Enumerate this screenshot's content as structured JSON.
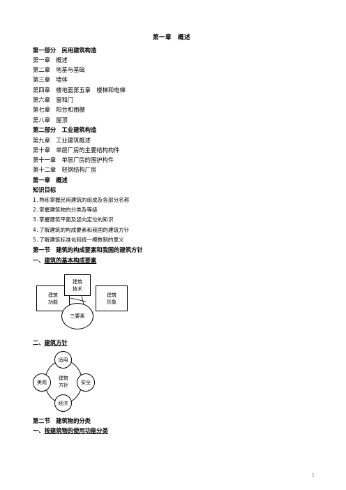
{
  "title": "第一章　概述",
  "toc": {
    "part1_title": "第一部分　民用建筑构造",
    "part1_items": [
      "第一章　概述",
      "第二章　地基与基础",
      "第三章　墙体",
      "第四章　楼地面第五章　楼梯和电梯",
      "第六章　窗和门",
      "第七章　阳台和雨棚",
      "第八章　屋顶"
    ],
    "part2_title": "第二部分　工业建筑构造",
    "part2_items": [
      "第九章　工业建筑概述",
      "第十章　单层厂房的主要结构构件",
      "第十一章　单层厂房的围护构件",
      "第十二章　轻钢结构厂房"
    ]
  },
  "chapter_heading": "第一章　概述",
  "objectives": {
    "heading": "知识目标",
    "items": [
      "1.熟练掌握民用建筑的组成及各部分名称",
      "2.掌握建筑物的分类及等级",
      "3.掌握建筑平面及竖向定位的知识",
      "4.了解建筑的构成要素和我国的建筑方针",
      "5.了解建筑标准化和统一模数制的意义"
    ]
  },
  "section1": {
    "heading": "第一节　建筑的构成要素和我国的建筑方针",
    "sub1_prefix": "一、",
    "sub1_text": "建筑的基本构成要素",
    "sub2_prefix": "二、",
    "sub2_text": "建筑方针"
  },
  "diagram1": {
    "left": [
      "建筑",
      "功能"
    ],
    "top": [
      "建筑",
      "技术"
    ],
    "right": [
      "建筑",
      "形象"
    ],
    "center": "三要素"
  },
  "diagram2": {
    "center": [
      "建筑",
      "方针"
    ],
    "top": "适用",
    "left": "美观",
    "right": "安全",
    "bottom": "经济"
  },
  "section2": {
    "heading": "第二节　建筑物的分类",
    "sub1_prefix": "一、",
    "sub1_text": "按建筑物的使用功能分类"
  },
  "page_number": "1"
}
